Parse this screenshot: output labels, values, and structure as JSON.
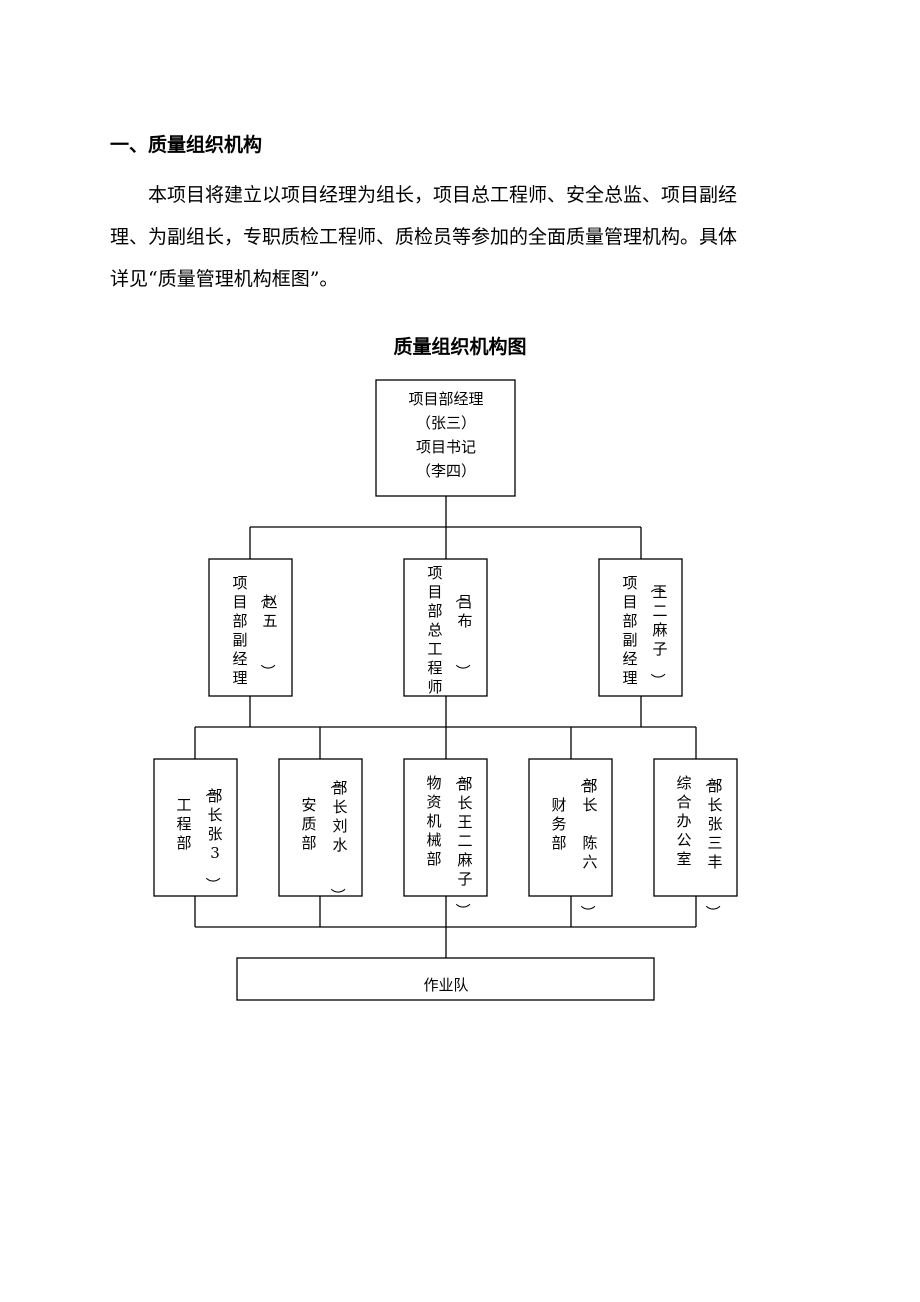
{
  "section": {
    "heading": "一、质量组织机构",
    "paragraph_lines": [
      "本项目将建立以项目经理为组长，项目总工程师、安全总监、项目副经",
      "理、为副组长，专职质检工程师、质检员等参加的全面质量管理机构。具体",
      "详见“质量管理机构框图”。"
    ]
  },
  "chart": {
    "title": "质量组织机构图",
    "top": {
      "lines": [
        "项目部经理",
        "（张三）",
        "项目书记",
        "（李四）"
      ]
    },
    "level2": [
      {
        "role": "项目部副经理",
        "name": "（赵五　）"
      },
      {
        "role": "项目部总工程师",
        "name": "（吕布　）"
      },
      {
        "role": "项目部副经理",
        "name": "（王二麻子）"
      }
    ],
    "level3": [
      {
        "dept": "工程部",
        "head": "（部长张3）"
      },
      {
        "dept": "安质部",
        "head": "（部长刘水　）"
      },
      {
        "dept": "物资机械部",
        "head": "（部长王二麻子）"
      },
      {
        "dept": "财务部",
        "head": "（部长 陈六　）"
      },
      {
        "dept": "综合办公室",
        "head": "（部长张三丰　）"
      }
    ],
    "bottom": {
      "label": "作业队"
    }
  }
}
